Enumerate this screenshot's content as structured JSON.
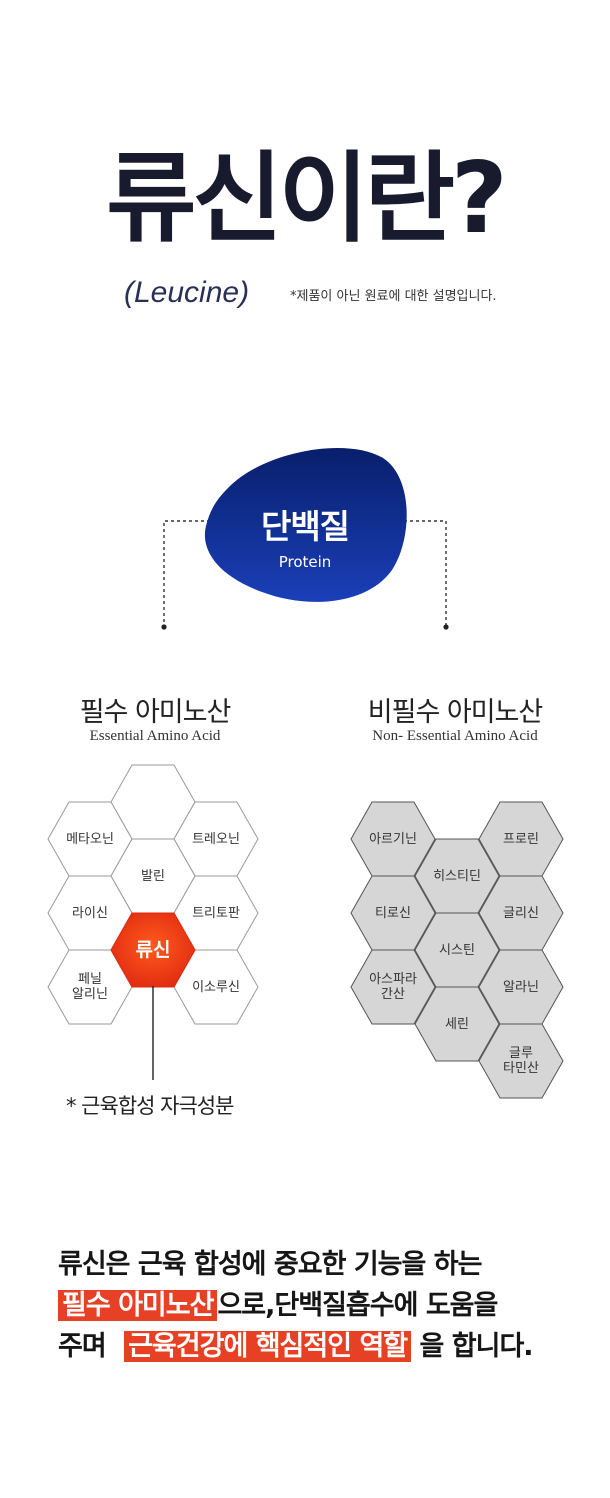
{
  "header": {
    "title": "류신이란?",
    "subtitle": "(Leucine)",
    "note": "*제품이 아닌 원료에 대한 설명입니다."
  },
  "protein": {
    "label": "단백질",
    "label_en": "Protein"
  },
  "essential": {
    "title": "필수 아미노산",
    "subtitle": "Essential  Amino Acid",
    "cells": [
      "메타오닌",
      "트레오닌",
      "발린",
      "라이신",
      "트리토판",
      "류신",
      "페닐\n알리닌",
      "이소루신"
    ],
    "highlight": "류신",
    "annotation": "* 근육합성 자극성분"
  },
  "nonessential": {
    "title": "비필수 아미노산",
    "subtitle": "Non- Essential  Amino Acid",
    "cells": [
      "아르기닌",
      "프로린",
      "히스티딘",
      "티로신",
      "글리신",
      "시스틴",
      "아스파라\n간산",
      "알라닌",
      "세린",
      "글루\n타민산"
    ]
  },
  "summary": {
    "line1": "류신은 근육 합성에 중요한 기능을 하는",
    "line2_mark": "필수 아미노산",
    "line2_rest": "으로,단백질흡수에 도움을",
    "line3_pre": "주며",
    "line3_mark": "근육건강에 핵심적인 역할",
    "line3_post": "을 합니다."
  },
  "colors": {
    "title": "#181a2e",
    "blob_dark": "#081f6b",
    "blob_light": "#1a3fb8",
    "highlight_center": "#ff5a1e",
    "highlight_edge": "#e02a10",
    "nonessential_fill": "#d6d6d6",
    "mark": "#e64025"
  }
}
